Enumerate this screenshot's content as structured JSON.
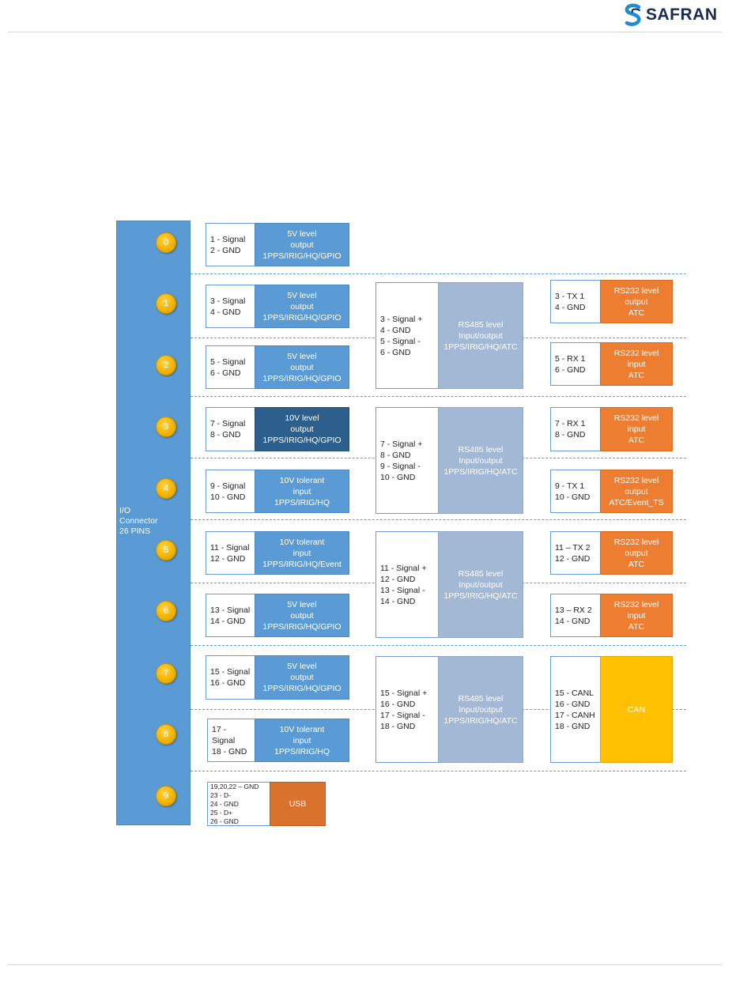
{
  "logo": {
    "text": "SAFRAN"
  },
  "connector": {
    "label": "I/O\nConnector\n26 PINS"
  },
  "groups": [
    {
      "index": "0",
      "pins": "1 - Signal\n2 - GND",
      "desc": "5V level\noutput\n1PPS/IRIG/HQ/GPIO"
    },
    {
      "index": "1",
      "pins": "3 - Signal\n4 - GND",
      "desc": "5V level\noutput\n1PPS/IRIG/HQ/GPIO"
    },
    {
      "index": "2",
      "pins": "5 - Signal\n6 - GND",
      "desc": "5V level\noutput\n1PPS/IRIG/HQ/GPIO"
    },
    {
      "index": "3",
      "pins": "7 - Signal\n8 - GND",
      "desc": "10V level\noutput\n1PPS/IRIG/HQ/GPIO"
    },
    {
      "index": "4",
      "pins": "9 - Signal\n10 - GND",
      "desc": "10V tolerant\ninput\n1PPS/IRIG/HQ"
    },
    {
      "index": "5",
      "pins": "11 - Signal\n12 - GND",
      "desc": "10V tolerant\ninput\n1PPS/IRIG/HQ/Event"
    },
    {
      "index": "6",
      "pins": "13 - Signal\n14 - GND",
      "desc": "5V level\noutput\n1PPS/IRIG/HQ/GPIO"
    },
    {
      "index": "7",
      "pins": "15 - Signal\n16 - GND",
      "desc": "5V level\noutput\n1PPS/IRIG/HQ/GPIO"
    },
    {
      "index": "8",
      "pins": "17 - Signal\n18 - GND",
      "desc": "10V tolerant\ninput\n1PPS/IRIG/HQ"
    },
    {
      "index": "9",
      "pins": "19,20,22 – GND\n23 - D-\n24 - GND\n25 - D+\n26 - GND",
      "desc": "USB"
    }
  ],
  "rs485": [
    {
      "pins": "3 - Signal +\n4 - GND\n5 - Signal -\n6 - GND",
      "desc": "RS485 level\nInput/output\n1PPS/IRIG/HQ/ATC"
    },
    {
      "pins": "7 - Signal +\n8 - GND\n9 - Signal -\n10 - GND",
      "desc": "RS485 level\nInput/output\n1PPS/IRIG/HQ/ATC"
    },
    {
      "pins": "11 - Signal +\n12 - GND\n13 - Signal -\n14 - GND",
      "desc": "RS485 level\nInput/output\n1PPS/IRIG/HQ/ATC"
    },
    {
      "pins": "15 - Signal +\n16 - GND\n17 - Signal -\n18 - GND",
      "desc": "RS485 level\nInput/output\n1PPS/IRIG/HQ/ATC"
    }
  ],
  "rs232": [
    {
      "pins": "3 - TX 1\n4 - GND",
      "desc": "RS232 level\noutput\nATC"
    },
    {
      "pins": "5 - RX 1\n6 - GND",
      "desc": "RS232 level\ninput\nATC"
    },
    {
      "pins": "7 - RX 1\n8 - GND",
      "desc": "RS232 level\ninput\nATC"
    },
    {
      "pins": "9 - TX 1\n10 - GND",
      "desc": "RS232 level\noutput\nATC/Event_TS"
    },
    {
      "pins": "11 – TX 2\n12 - GND",
      "desc": "RS232 level\noutput\nATC"
    },
    {
      "pins": "13 – RX 2\n14 - GND",
      "desc": "RS232 level\ninput\nATC"
    }
  ],
  "can": {
    "pins": "15 - CANL\n16 - GND\n17 - CANH\n18 - GND",
    "desc": "CAN"
  },
  "colors": {
    "level5v": "#5b9bd5",
    "level10v_out": "#2d5f8c",
    "rs485": "#a3b8d4",
    "rs232": "#ed7d31",
    "can": "#ffc000",
    "usb": "#d9722d"
  }
}
